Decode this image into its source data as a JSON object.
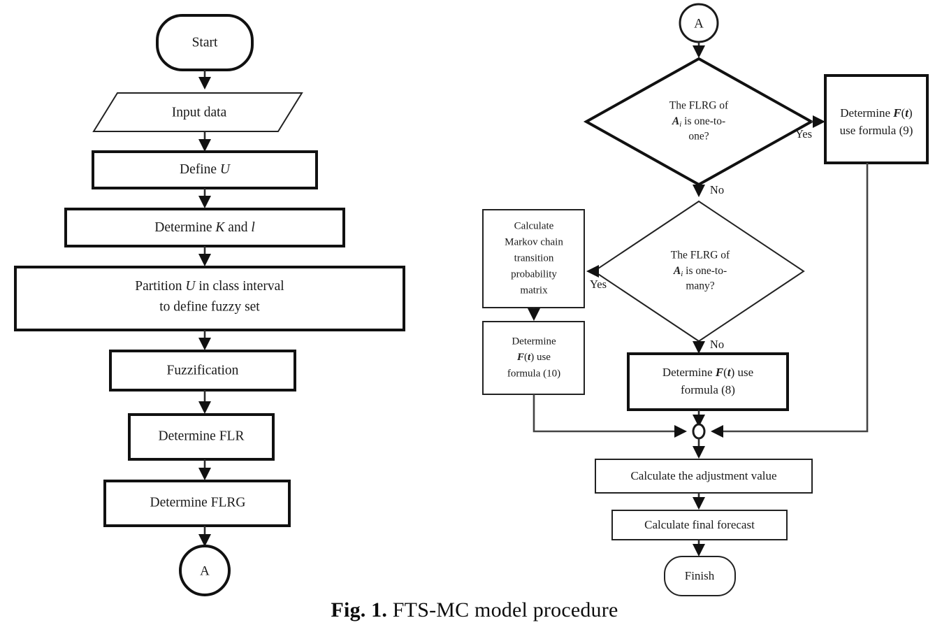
{
  "figure": {
    "caption_label": "Fig. 1.",
    "caption_text": "FTS-MC model procedure",
    "background_color": "#ffffff",
    "line_color": "#1a1a1a"
  },
  "left_flow": {
    "nodes": {
      "start": {
        "label": "Start",
        "shape": "terminator"
      },
      "input_data": {
        "label": "Input data",
        "shape": "parallelogram"
      },
      "define_u": {
        "label_prefix": "Define ",
        "label_italic": "U",
        "shape": "process"
      },
      "determine_k_l": {
        "label_prefix": "Determine ",
        "label_italic_1": "K",
        "label_mid": " and ",
        "label_italic_2": "l",
        "shape": "process"
      },
      "partition_u": {
        "line1_prefix": "Partition ",
        "line1_italic": "U",
        "line1_suffix": " in class interval",
        "line2": "to define fuzzy set",
        "shape": "process"
      },
      "fuzzification": {
        "label": "Fuzzification",
        "shape": "process"
      },
      "determine_flr": {
        "label": "Determine FLR",
        "shape": "process"
      },
      "determine_flrg": {
        "label": "Determine FLRG",
        "shape": "process"
      },
      "connector_a_out": {
        "label": "A",
        "shape": "connector"
      }
    }
  },
  "right_flow": {
    "nodes": {
      "connector_a_in": {
        "label": "A",
        "shape": "connector"
      },
      "decision_one_to_one": {
        "shape": "decision",
        "line1": "The FLRG of",
        "line2_italic": "A",
        "line2_sub": "i",
        "line2_suffix": " is one-to-",
        "line3": "one?"
      },
      "formula_9": {
        "shape": "process",
        "line1_prefix": "Determine ",
        "line1_italic": "F",
        "line1_paren_open": "(",
        "line1_italic_t": "t",
        "line1_paren_close": ")",
        "line2": "use formula (9)"
      },
      "decision_one_to_many": {
        "shape": "decision",
        "line1": "The FLRG of",
        "line2_italic": "A",
        "line2_sub": "i",
        "line2_suffix": " is one-to-",
        "line3": "many?"
      },
      "markov_matrix": {
        "shape": "process",
        "line1": "Calculate",
        "line2": "Markov chain",
        "line3": "transition",
        "line4": "probability",
        "line5": "matrix"
      },
      "formula_10": {
        "shape": "process",
        "line1": "Determine",
        "line2_italic": "F",
        "line2_paren_open": "(",
        "line2_italic_t": "t",
        "line2_paren_close": ") use",
        "line3": "formula (10)"
      },
      "formula_8": {
        "shape": "process",
        "line1_prefix": "Determine ",
        "line1_italic": "F",
        "line1_paren_open": "(",
        "line1_italic_t": "t",
        "line1_paren_close": ") use",
        "line2": "formula (8)"
      },
      "merge_node": {
        "shape": "merge-circle",
        "label": ""
      },
      "adjustment_value": {
        "shape": "process",
        "label": "Calculate the adjustment value"
      },
      "final_forecast": {
        "shape": "process",
        "label": "Calculate final forecast"
      },
      "finish": {
        "shape": "terminator",
        "label": "Finish"
      }
    },
    "edge_labels": {
      "one_to_one_yes": "Yes",
      "one_to_one_no": "No",
      "one_to_many_yes": "Yes",
      "one_to_many_no": "No"
    }
  }
}
